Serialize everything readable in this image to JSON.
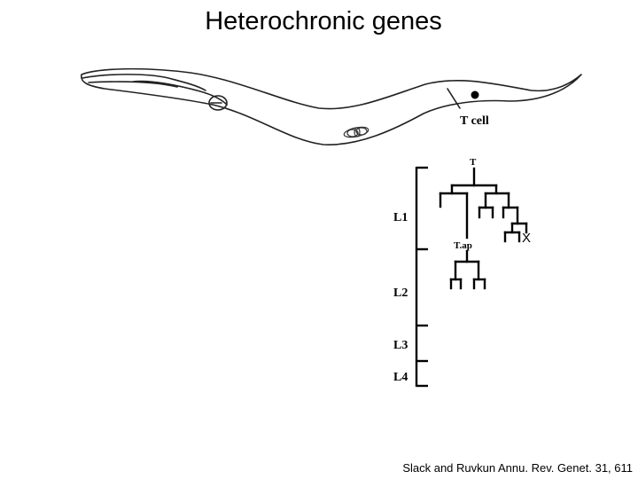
{
  "slide": {
    "title": "Heterochronic genes",
    "citation": "Slack and Ruvkun Annu. Rev. Genet. 31, 611"
  },
  "worm": {
    "cell_label": "T cell"
  },
  "lineage": {
    "root_label": "T",
    "daughter_label": "T.ap",
    "death_mark": "X",
    "stages": [
      "L1",
      "L2",
      "L3",
      "L4"
    ]
  }
}
